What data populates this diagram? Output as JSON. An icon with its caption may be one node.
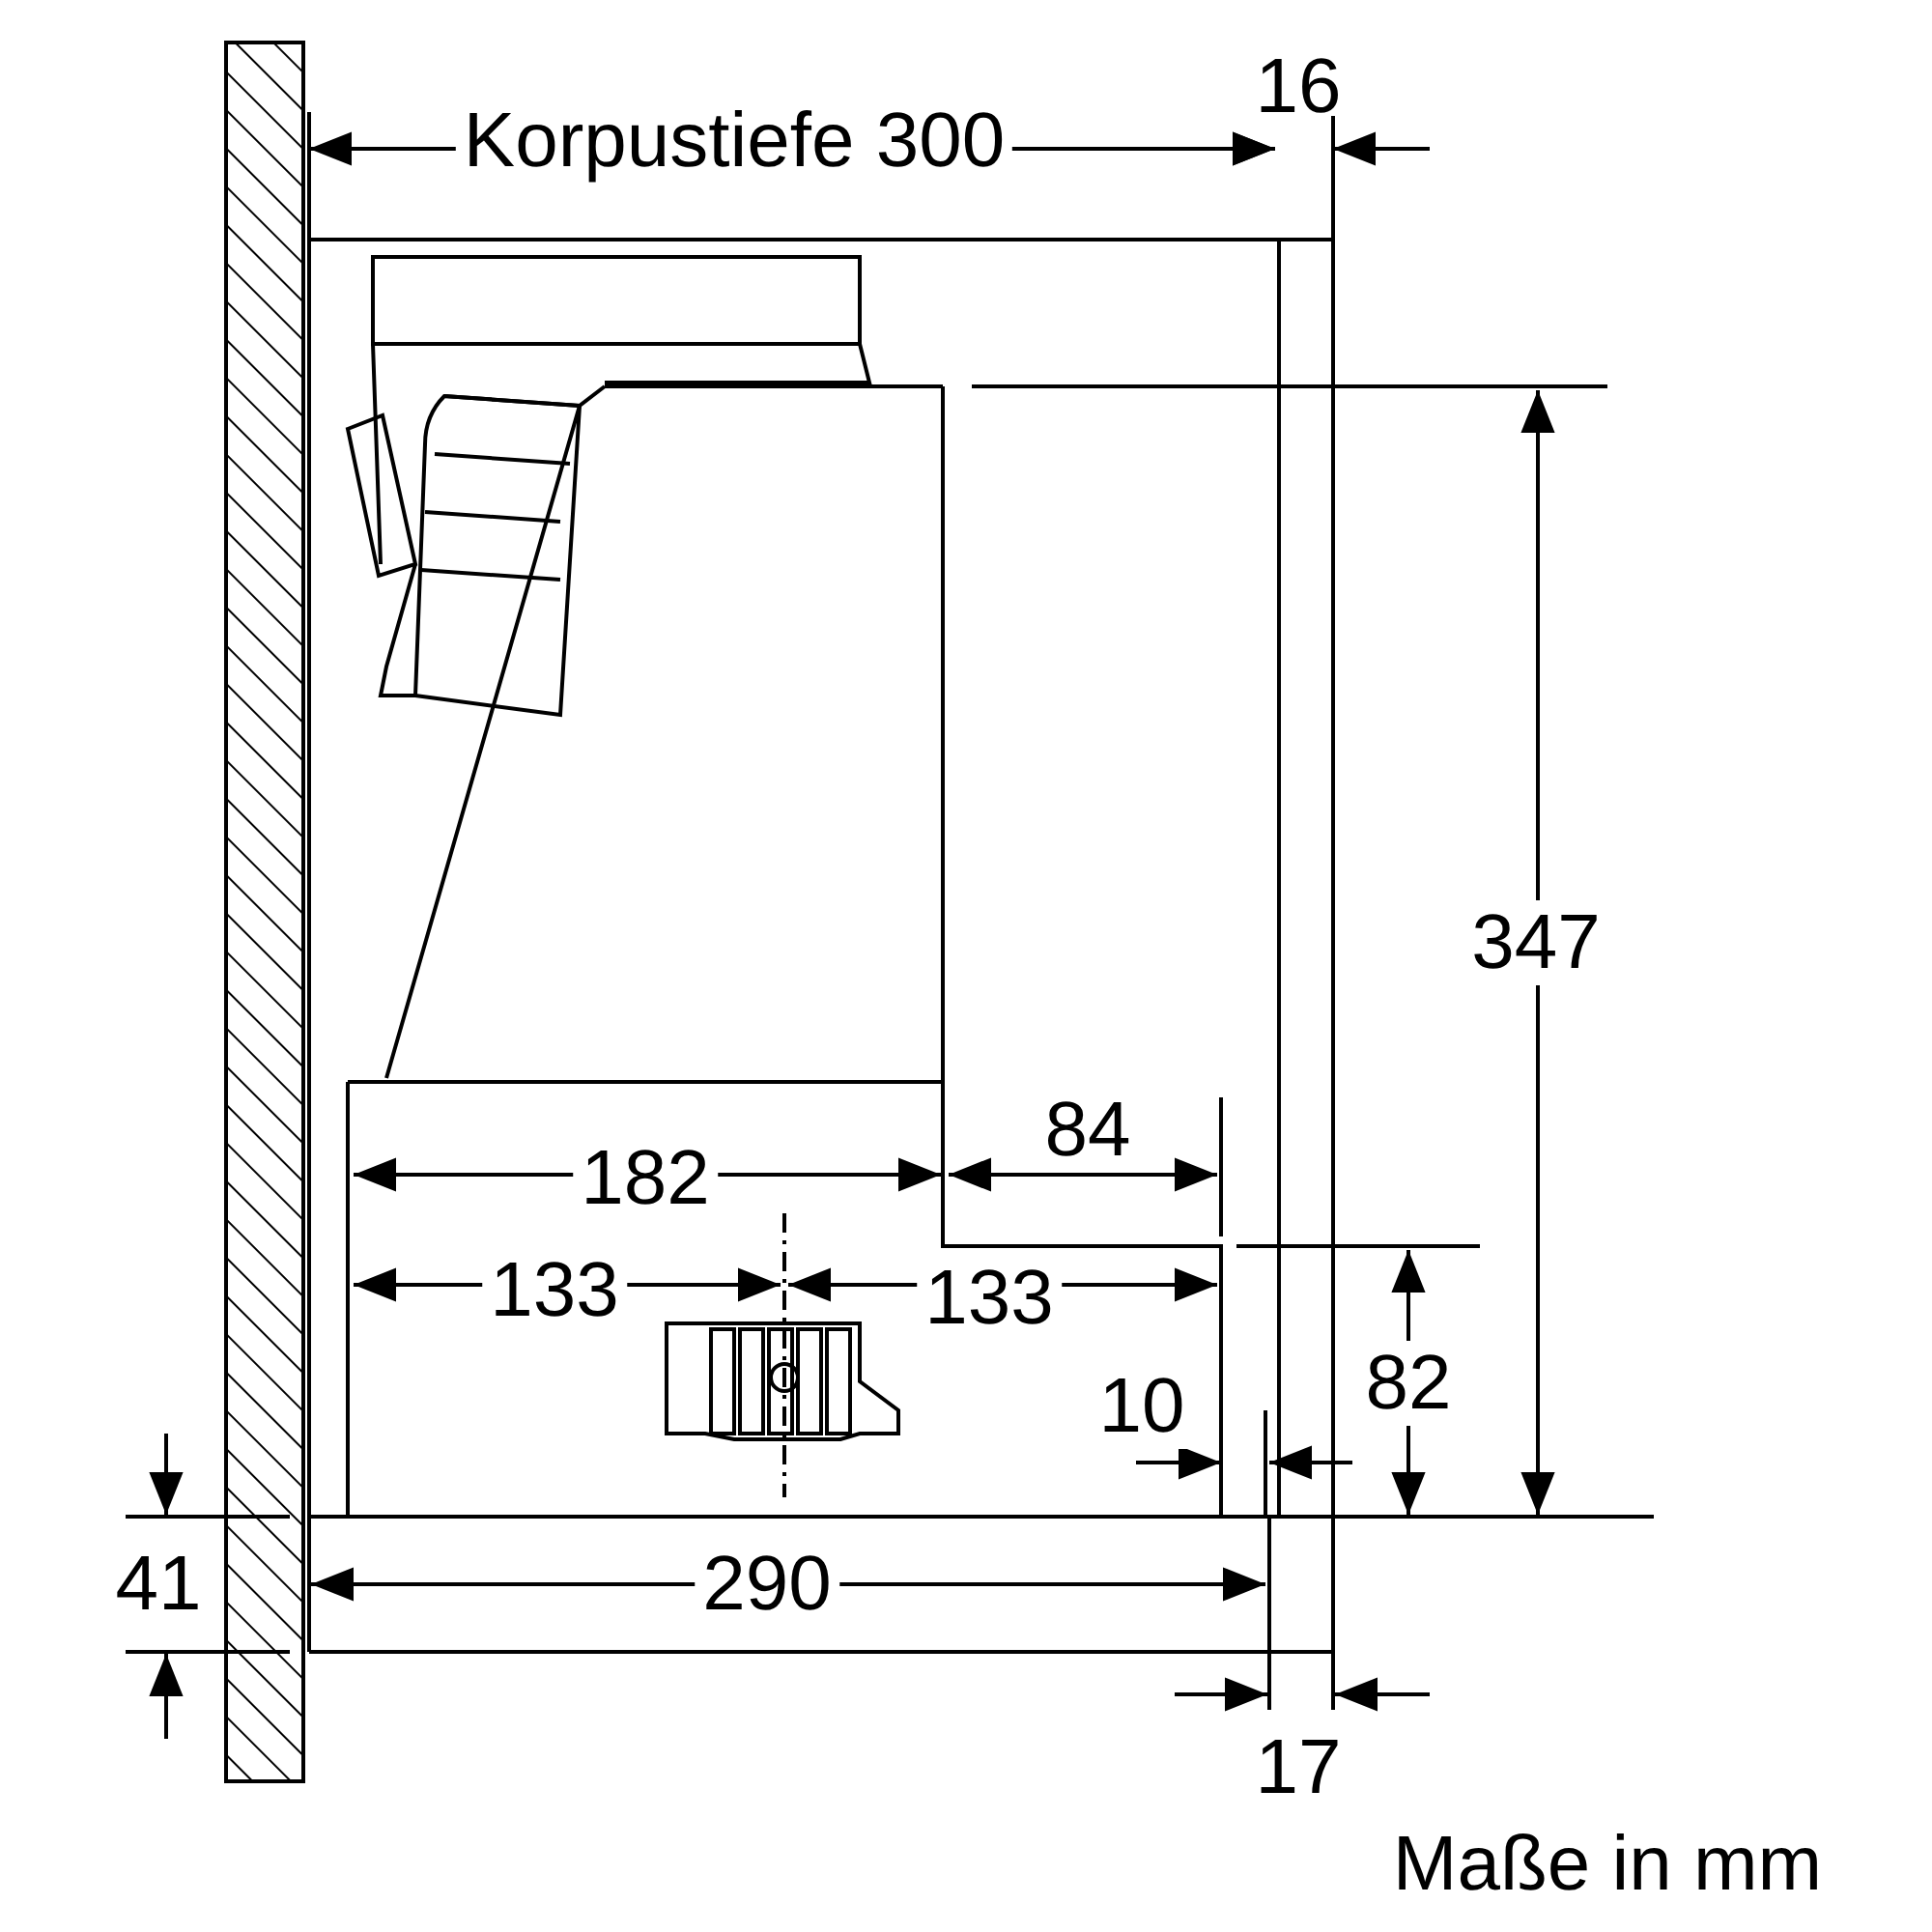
{
  "diagram": {
    "labels": [
      "Korpustiefe 300",
      "16",
      "347",
      "182",
      "84",
      "133",
      "133",
      "82",
      "10",
      "41",
      "290",
      "17",
      "Maße in mm"
    ]
  }
}
